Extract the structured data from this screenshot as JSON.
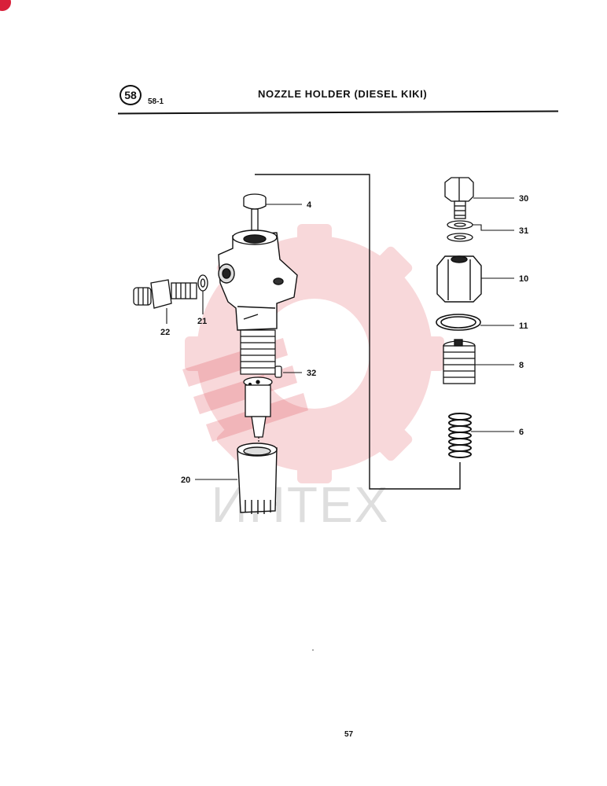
{
  "header": {
    "section_number": "58",
    "section_sub": "58-1",
    "title": "NOZZLE HOLDER (DIESEL KIKI)"
  },
  "watermark": {
    "text": "ИНТЕХ",
    "color": "#e0505a"
  },
  "parts": {
    "p4": "4",
    "p22": "22",
    "p21": "21",
    "p32": "32",
    "p20": "20",
    "p30": "30",
    "p31": "31",
    "p10": "10",
    "p11": "11",
    "p8": "8",
    "p6": "6"
  },
  "footer": {
    "page_number": "57"
  }
}
